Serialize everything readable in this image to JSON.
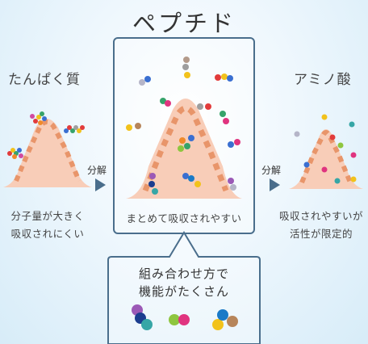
{
  "title": "ペプチド",
  "left": {
    "heading": "たんぱく質",
    "caption_line1": "分子量が大きく",
    "caption_line2": "吸収されにくい"
  },
  "arrow_left_label": "分解",
  "center": {
    "caption": "まとめて吸収されやすい"
  },
  "arrow_right_label": "分解",
  "right": {
    "heading": "アミノ酸",
    "caption_line1": "吸収されやすいが",
    "caption_line2": "活性が限定的"
  },
  "callout": {
    "line1": "組み合わせ方で",
    "line2": "機能がたくさん"
  },
  "colors": {
    "frame": "#4a6e8c",
    "mound": "#f8cdb8",
    "dash": "#e8956a"
  }
}
